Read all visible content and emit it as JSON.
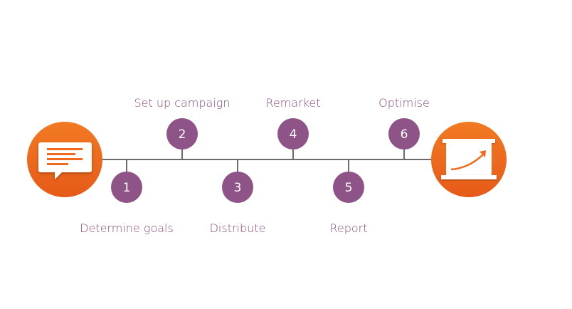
{
  "colors": {
    "step_circle": "#8e5487",
    "label_text": "#8a4a7a",
    "timeline_line": "#6b6b6b",
    "endpoint_orange": "#ef6a1e",
    "icon_white": "#ffffff"
  },
  "start_icon": {
    "icon": "chat-message-icon"
  },
  "end_icon": {
    "icon": "presentation-growth-chart-icon"
  },
  "steps": [
    {
      "number": "1",
      "label": "Determine goals"
    },
    {
      "number": "2",
      "label": "Set up campaign"
    },
    {
      "number": "3",
      "label": "Distribute"
    },
    {
      "number": "4",
      "label": "Remarket"
    },
    {
      "number": "5",
      "label": "Report"
    },
    {
      "number": "6",
      "label": "Optimise"
    }
  ]
}
